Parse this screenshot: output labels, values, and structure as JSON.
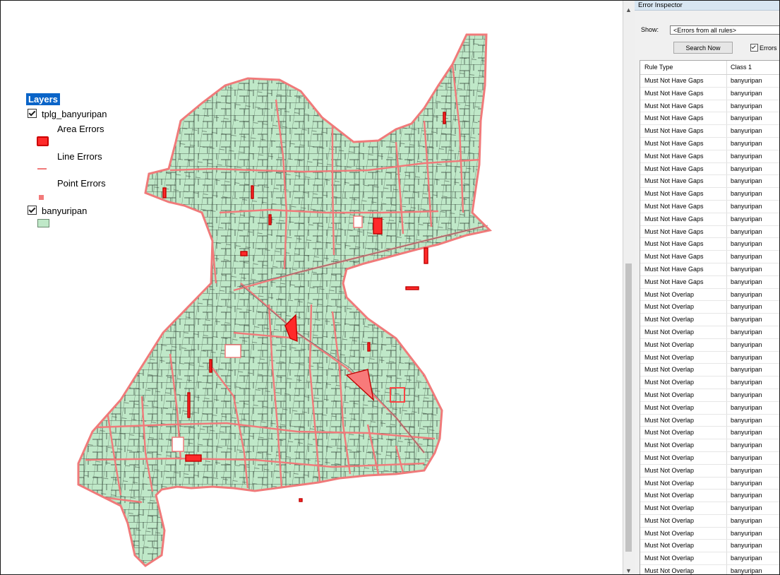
{
  "legend": {
    "title": "Layers",
    "topology_layer": "tplg_banyuripan",
    "area_errors": "Area Errors",
    "line_errors": "Line Errors",
    "point_errors": "Point Errors",
    "feature_layer": "banyuripan"
  },
  "colors": {
    "parcel_fill": "#bfe8c8",
    "parcel_stroke": "#2f3f33",
    "boundary_error": "#f07a7a",
    "area_error_fill": "#ff2a2a",
    "area_error_stroke": "#cc0000",
    "highlight": "#0a64c8"
  },
  "inspector": {
    "title": "Error Inspector",
    "show_label": "Show:",
    "show_value": "<Errors from all rules>",
    "search_button": "Search Now",
    "errors_checkbox": "Errors",
    "columns": [
      "Rule Type",
      "Class 1"
    ],
    "rows": [
      [
        "Must Not Have Gaps",
        "banyuripan"
      ],
      [
        "Must Not Have Gaps",
        "banyuripan"
      ],
      [
        "Must Not Have Gaps",
        "banyuripan"
      ],
      [
        "Must Not Have Gaps",
        "banyuripan"
      ],
      [
        "Must Not Have Gaps",
        "banyuripan"
      ],
      [
        "Must Not Have Gaps",
        "banyuripan"
      ],
      [
        "Must Not Have Gaps",
        "banyuripan"
      ],
      [
        "Must Not Have Gaps",
        "banyuripan"
      ],
      [
        "Must Not Have Gaps",
        "banyuripan"
      ],
      [
        "Must Not Have Gaps",
        "banyuripan"
      ],
      [
        "Must Not Have Gaps",
        "banyuripan"
      ],
      [
        "Must Not Have Gaps",
        "banyuripan"
      ],
      [
        "Must Not Have Gaps",
        "banyuripan"
      ],
      [
        "Must Not Have Gaps",
        "banyuripan"
      ],
      [
        "Must Not Have Gaps",
        "banyuripan"
      ],
      [
        "Must Not Have Gaps",
        "banyuripan"
      ],
      [
        "Must Not Have Gaps",
        "banyuripan"
      ],
      [
        "Must Not Overlap",
        "banyuripan"
      ],
      [
        "Must Not Overlap",
        "banyuripan"
      ],
      [
        "Must Not Overlap",
        "banyuripan"
      ],
      [
        "Must Not Overlap",
        "banyuripan"
      ],
      [
        "Must Not Overlap",
        "banyuripan"
      ],
      [
        "Must Not Overlap",
        "banyuripan"
      ],
      [
        "Must Not Overlap",
        "banyuripan"
      ],
      [
        "Must Not Overlap",
        "banyuripan"
      ],
      [
        "Must Not Overlap",
        "banyuripan"
      ],
      [
        "Must Not Overlap",
        "banyuripan"
      ],
      [
        "Must Not Overlap",
        "banyuripan"
      ],
      [
        "Must Not Overlap",
        "banyuripan"
      ],
      [
        "Must Not Overlap",
        "banyuripan"
      ],
      [
        "Must Not Overlap",
        "banyuripan"
      ],
      [
        "Must Not Overlap",
        "banyuripan"
      ],
      [
        "Must Not Overlap",
        "banyuripan"
      ],
      [
        "Must Not Overlap",
        "banyuripan"
      ],
      [
        "Must Not Overlap",
        "banyuripan"
      ],
      [
        "Must Not Overlap",
        "banyuripan"
      ],
      [
        "Must Not Overlap",
        "banyuripan"
      ],
      [
        "Must Not Overlap",
        "banyuripan"
      ],
      [
        "Must Not Overlap",
        "banyuripan"
      ],
      [
        "Must Not Overlap",
        "banyuripan"
      ]
    ]
  }
}
